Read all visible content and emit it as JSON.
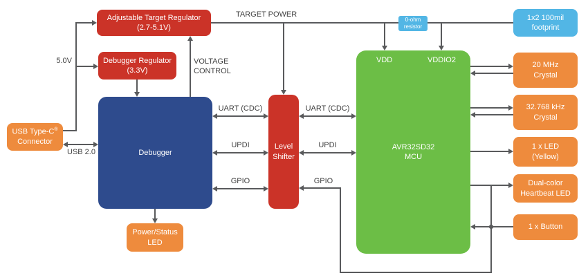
{
  "colors": {
    "red": "#cb3328",
    "blue": "#2e4b8d",
    "green": "#6cbe46",
    "orange": "#ee8b3d",
    "cyan": "#52b6e5",
    "wire": "#595a5c",
    "label": "#404040"
  },
  "blocks": {
    "adjustable_regulator": {
      "line1": "Adjustable Target Regulator",
      "line2": "(2.7-5.1V)"
    },
    "debugger_regulator": {
      "line1": "Debugger Regulator",
      "line2": "(3.3V)"
    },
    "usb_connector": {
      "line1": "USB Type-C",
      "sup": "®",
      "line2": "Connector"
    },
    "debugger": {
      "label": "Debugger"
    },
    "level_shifter": {
      "line1": "Level",
      "line2": "Shifter"
    },
    "mcu": {
      "line1": "AVR32SD32",
      "line2": "MCU",
      "pin_vdd": "VDD",
      "pin_vddio2": "VDDIO2"
    },
    "zero_ohm_resistor": {
      "line1": "0-ohm",
      "line2": "resistor"
    },
    "footprint": {
      "line1": "1x2 100mil",
      "line2": "footprint"
    },
    "crystal_20mhz": {
      "line1": "20 MHz",
      "line2": "Crystal"
    },
    "crystal_32khz": {
      "line1": "32.768 kHz",
      "line2": "Crystal"
    },
    "led_yellow": {
      "line1": "1 x LED",
      "line2": "(Yellow)"
    },
    "heartbeat_led": {
      "line1": "Dual-color",
      "line2": "Heartbeat LED"
    },
    "button": {
      "label": "1 x Button"
    },
    "power_status_led": {
      "line1": "Power/Status",
      "line2": "LED"
    }
  },
  "labels": {
    "five_volts": "5.0V",
    "target_power": "TARGET POWER",
    "voltage_control": "VOLTAGE CONTROL",
    "usb20": "USB 2.0",
    "uart_left": "UART (CDC)",
    "uart_right": "UART (CDC)",
    "updi_left": "UPDI",
    "updi_right": "UPDI",
    "gpio_left": "GPIO",
    "gpio_right": "GPIO"
  }
}
